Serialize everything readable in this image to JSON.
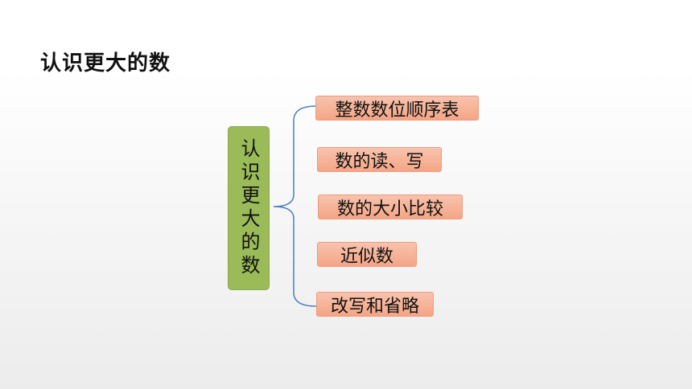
{
  "title": "认识更大的数",
  "root": {
    "label": "认识更大的数"
  },
  "branches": [
    {
      "label": "整数数位顺序表"
    },
    {
      "label": "数的读、写"
    },
    {
      "label": "数的大小比较"
    },
    {
      "label": "近似数"
    },
    {
      "label": "改写和省略"
    }
  ],
  "colors": {
    "root_fill": "#9bbb59",
    "branch_fill": "#f4a586",
    "brace_stroke": "#4a7ebf"
  }
}
